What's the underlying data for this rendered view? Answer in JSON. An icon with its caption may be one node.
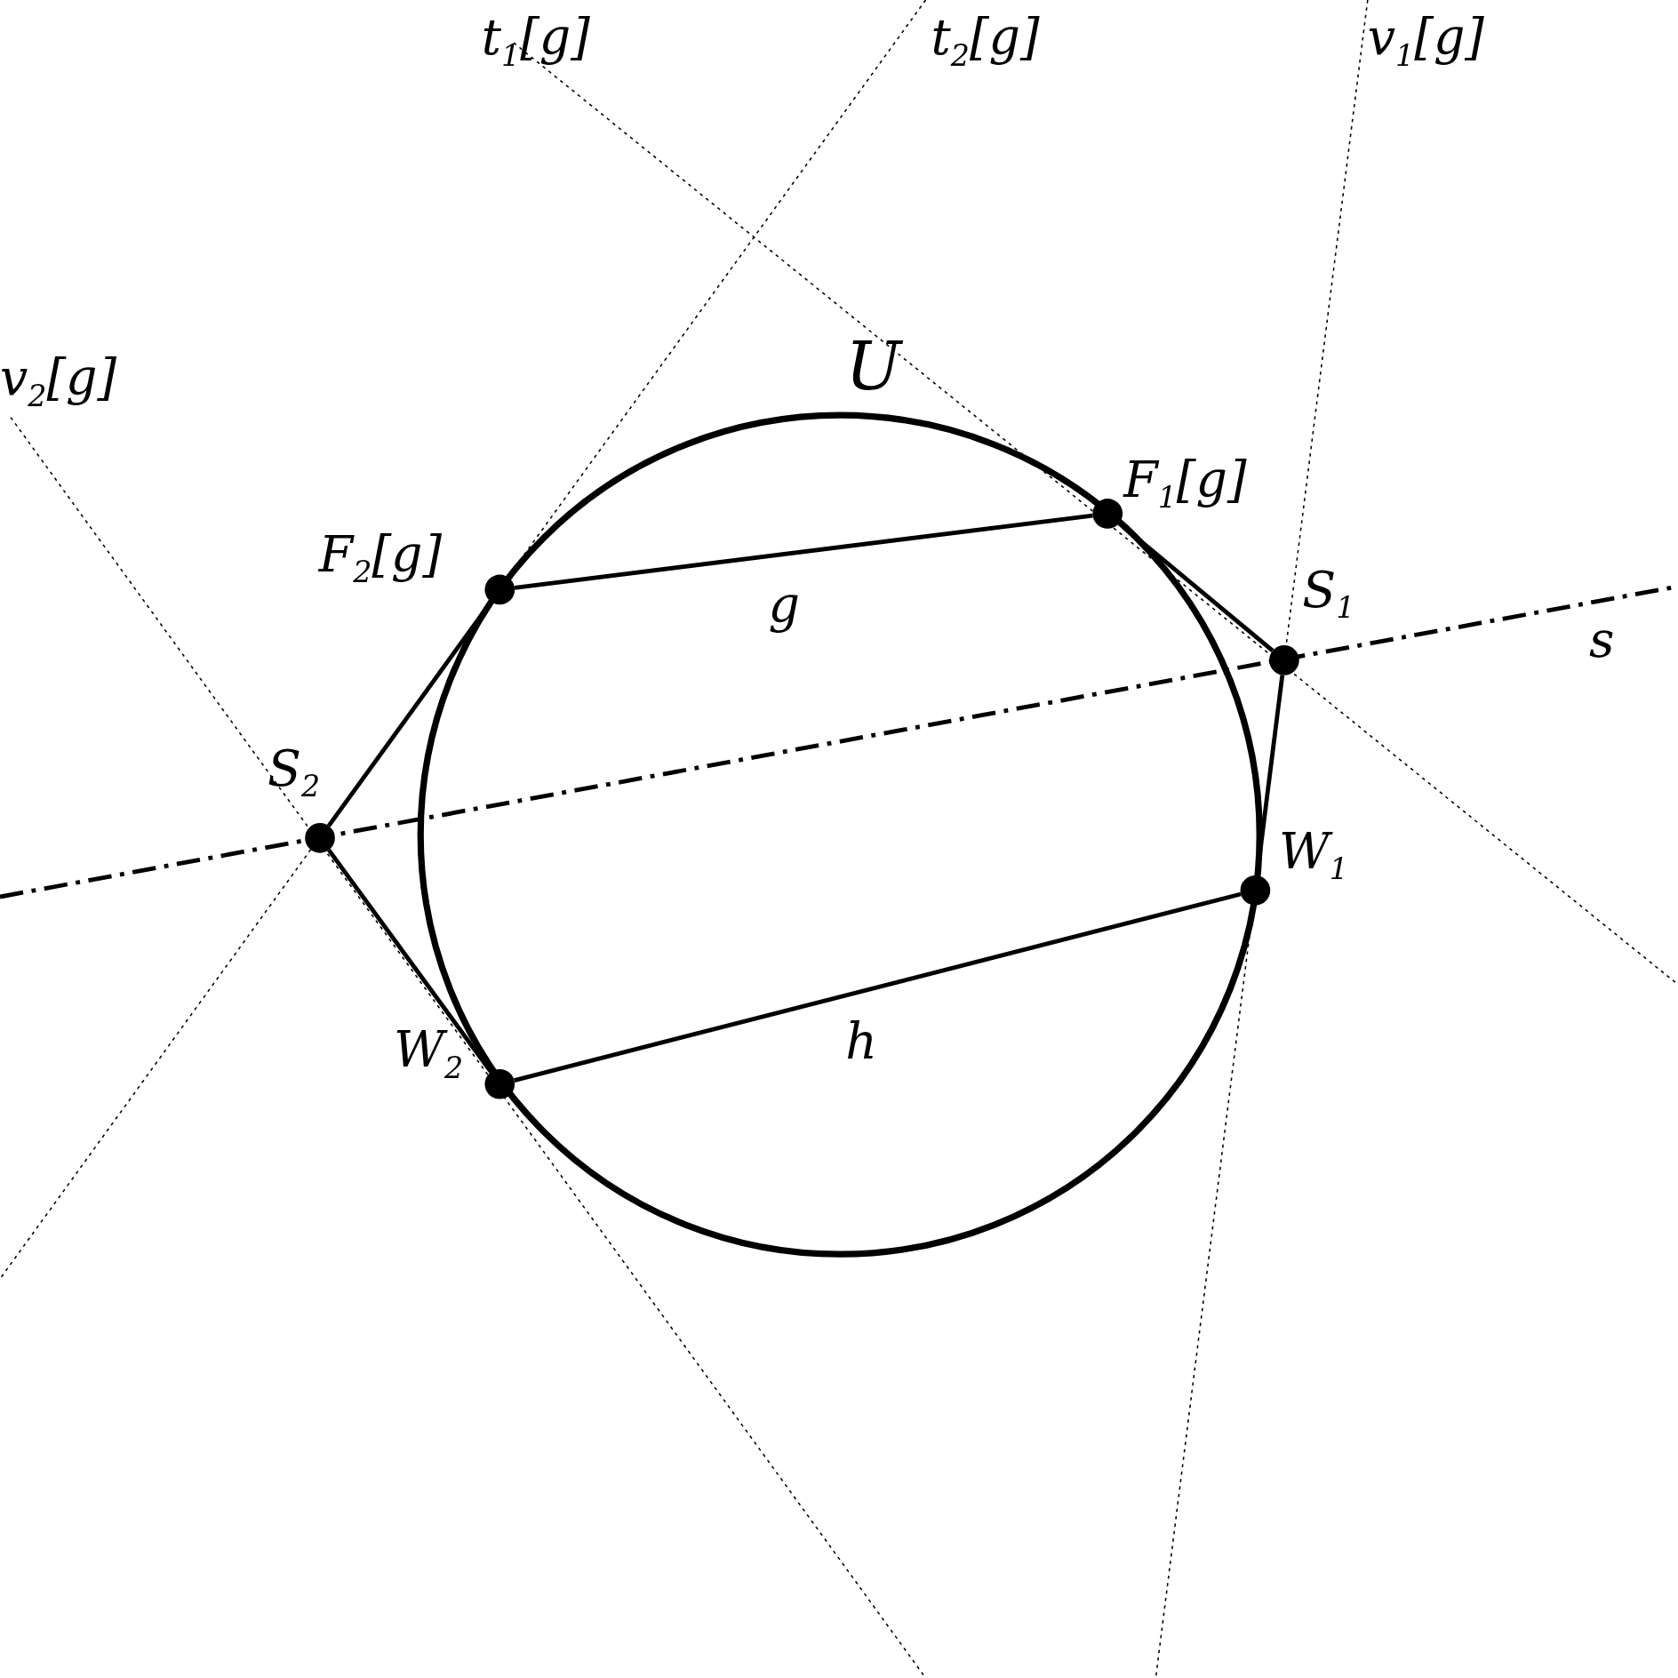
{
  "diagram": {
    "nodes": [
      {
        "text": [
          "F$_{1}$[g]"
        ]
      },
      {
        "text": [
          "F$_{2}$[g]"
        ]
      },
      {
        "text": [
          "S$_{1}$"
        ]
      },
      {
        "text": [
          "S$_{2}$"
        ]
      },
      {
        "text": [
          "W$_{1}$"
        ]
      },
      {
        "text": [
          "W$_{2}$"
        ]
      }
    ],
    "edges": [
      {
        "from": 1,
        "to": 0,
        "arrow": "none",
        "label": "g"
      },
      {
        "from": 5,
        "to": 4,
        "arrow": "none",
        "label": "h"
      },
      {
        "from": 0,
        "to": 2,
        "arrow": "none"
      },
      {
        "from": 2,
        "to": 4,
        "arrow": "none"
      },
      {
        "from": 1,
        "to": 3,
        "arrow": "none"
      },
      {
        "from": 3,
        "to": 5,
        "arrow": "none"
      }
    ],
    "labels": [
      "t$_{1}$[g]",
      "t$_{2}$[g]",
      "v$_{1}$[g]",
      "U",
      "v$_{2}$[g]",
      "s"
    ]
  }
}
